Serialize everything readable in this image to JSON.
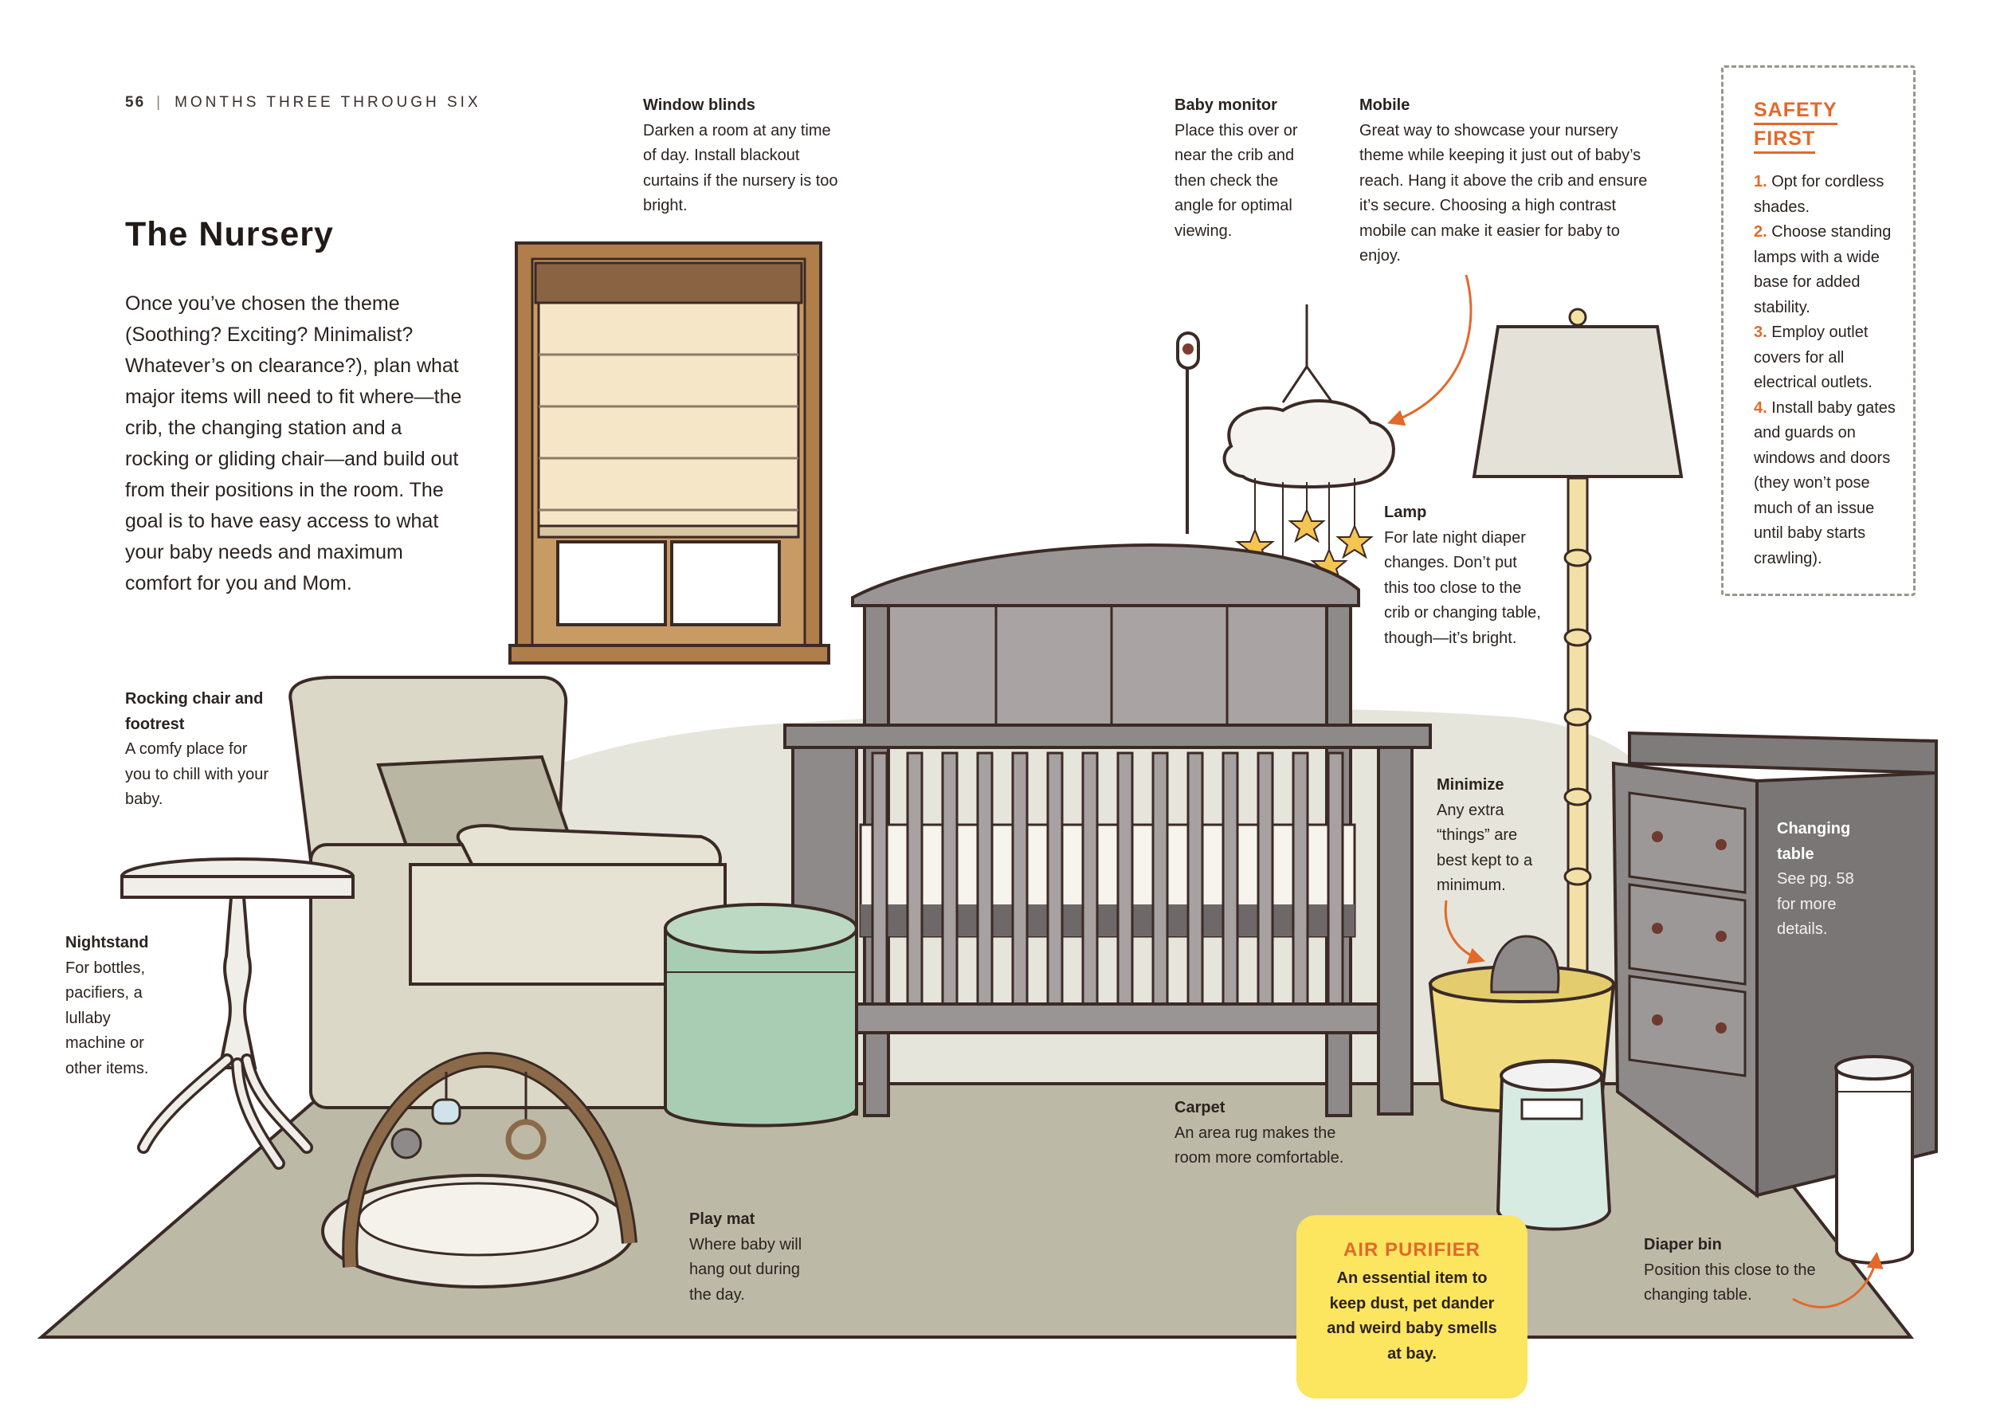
{
  "header": {
    "page_number": "56",
    "separator": "|",
    "section": "MONTHS THREE THROUGH SIX"
  },
  "title": "The Nursery",
  "intro": "Once you’ve chosen the theme (Soothing? Exciting? Minimalist? Whatever’s on clearance?), plan what major items will need to fit where—the crib, the changing station and a rocking or gliding chair—and build out from their positions in the room. The goal is to have easy access to what your baby needs and maximum comfort for you and Mom.",
  "callouts": {
    "window_blinds": {
      "heading": "Window blinds",
      "body": "Darken a room at any time of day. Install blackout curtains if the nursery is too bright."
    },
    "baby_monitor": {
      "heading": "Baby monitor",
      "body": "Place this over or near the crib and then check the angle for optimal viewing."
    },
    "mobile": {
      "heading": "Mobile",
      "body": "Great way to showcase your nursery theme while keeping it just out of baby’s reach. Hang it above the crib and ensure it’s secure. Choosing a high contrast mobile can make it easier for baby to enjoy."
    },
    "lamp": {
      "heading": "Lamp",
      "body": "For late night diaper changes. Don’t put this too close to the crib or changing table, though—it’s bright."
    },
    "rocking_chair": {
      "heading": "Rocking chair and footrest",
      "body": "A comfy place for you to chill with your baby."
    },
    "nightstand": {
      "heading": "Nightstand",
      "body": "For bottles, pacifiers, a lullaby machine or other items."
    },
    "minimize": {
      "heading": "Minimize",
      "body": "Any extra “things” are best kept to a minimum."
    },
    "changing_table": {
      "heading": "Changing table",
      "body": "See pg. 58 for more details."
    },
    "carpet": {
      "heading": "Carpet",
      "body": "An area rug makes  the room more comfortable."
    },
    "play_mat": {
      "heading": "Play mat",
      "body": "Where baby will hang out during the day."
    },
    "diaper_bin": {
      "heading": "Diaper bin",
      "body": "Position this close to the changing table."
    }
  },
  "safety": {
    "heading_line1": "SAFETY",
    "heading_line2": "FIRST",
    "items": [
      {
        "num": "1.",
        "text": "Opt for cordless shades."
      },
      {
        "num": "2.",
        "text": "Choose standing lamps with a wide base for added stability."
      },
      {
        "num": "3.",
        "text": "Employ outlet covers for all electrical outlets."
      },
      {
        "num": "4.",
        "text": "Install baby gates and guards on windows and doors (they won’t pose much of an issue until baby starts crawling)."
      }
    ]
  },
  "air_purifier": {
    "heading": "AIR PURIFIER",
    "body": "An essential item to keep dust, pet dander and weird baby smells at bay."
  },
  "colors": {
    "accent_orange": "#e2692a",
    "highlight_yellow": "#fce55f",
    "rug": "#bdb9a7",
    "furniture_gray": "#8f8a8a",
    "outline": "#3b2a25"
  }
}
